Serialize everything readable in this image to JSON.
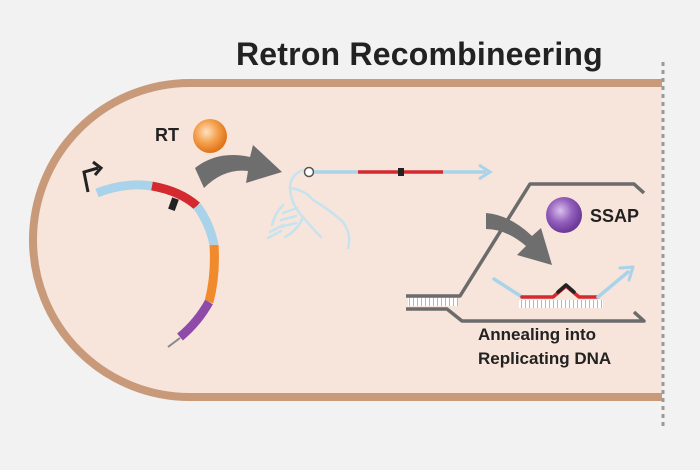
{
  "title": "Retron Recombineering",
  "labels": {
    "rt": "RT",
    "ssap": "SSAP",
    "caption_line1": "Annealing into",
    "caption_line2": "Replicating DNA"
  },
  "colors": {
    "background": "#f2f2f2",
    "cell_fill": "#f7e4da",
    "cell_border": "#c89a7a",
    "light_blue": "#a9d3ea",
    "red": "#d42a2f",
    "orange": "#f08a2c",
    "purple": "#8e4aa8",
    "gray_arrow": "#6e6e6e",
    "rt_enzyme": "#f39a45",
    "ssap_enzyme": "#8b55b3"
  },
  "icons": [
    "promoter-arrow-icon",
    "rt-enzyme-icon",
    "ssap-enzyme-icon",
    "curved-arrow-icon"
  ]
}
